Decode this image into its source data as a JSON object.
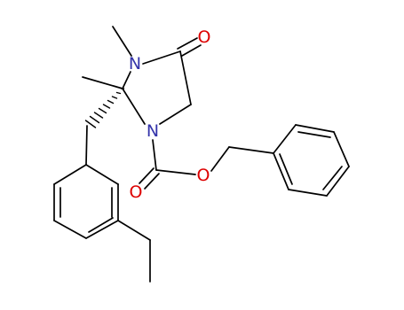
{
  "molecule": {
    "atoms": {
      "n_methyl": "N",
      "n_carbamate": "N",
      "o_ketone": "O",
      "o_carbonyl": "O",
      "o_ester": "O"
    },
    "colors": {
      "bond": "#000000",
      "nitrogen": "#3333aa",
      "oxygen": "#dd0000"
    }
  }
}
